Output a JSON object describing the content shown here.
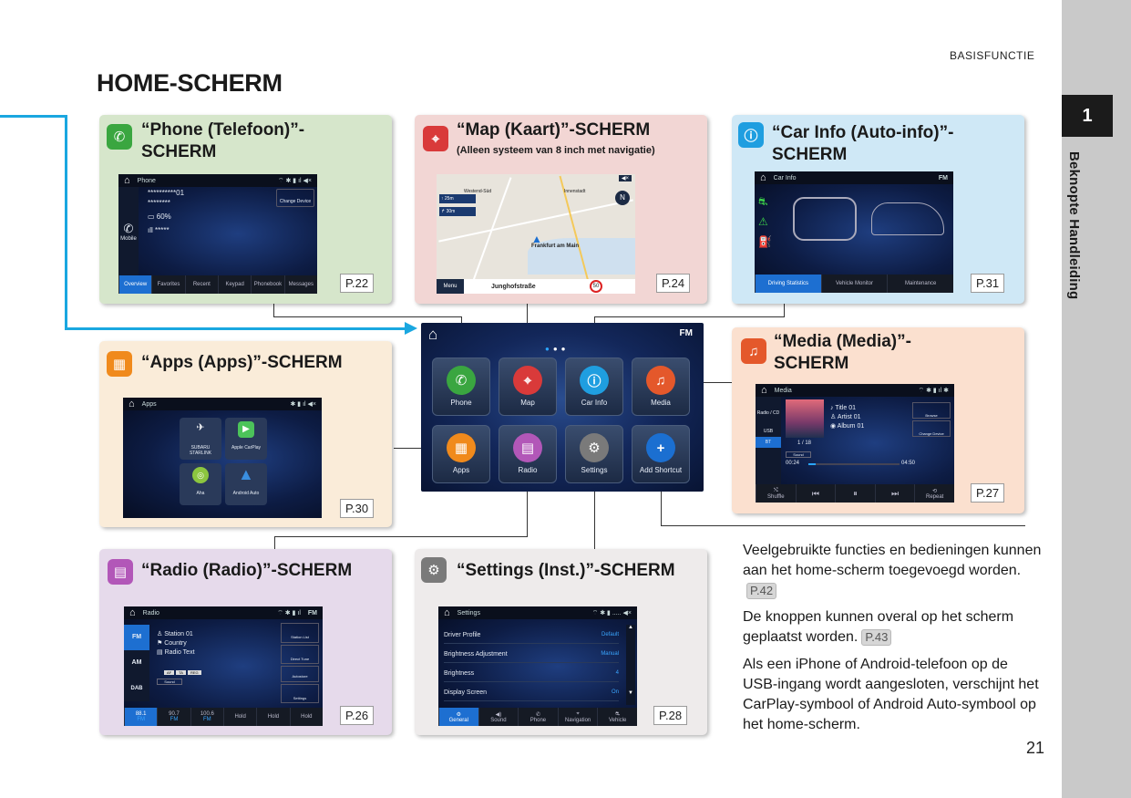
{
  "header": {
    "section": "BASISFUNCTIE",
    "title": "HOME-SCHERM"
  },
  "side_tab": {
    "chapter": "1",
    "label": "Beknopte Handleiding"
  },
  "page_number": "21",
  "panels": {
    "phone": {
      "title1": "“Phone (Telefoon)”-",
      "title2": "SCHERM",
      "ref": "P.22",
      "screen": {
        "app": "Phone",
        "line1": "**********01",
        "line2": "********",
        "battery": "60%",
        "signal": "*****",
        "change": "Change Device",
        "mobile": "Mobile",
        "nav": [
          "Overview",
          "Favorites",
          "Recent",
          "Keypad",
          "Phonebook",
          "Messages"
        ]
      }
    },
    "map": {
      "title": "“Map (Kaart)”-SCHERM",
      "subtitle": "(Alleen systeem van 8 inch met navigatie)",
      "ref": "P.24",
      "screen": {
        "city": "Frankfurt am Main",
        "street": "Junghofstraße",
        "menu": "Menu",
        "speed": "50",
        "district1": "Westend-Süd",
        "district2": "Innenstadt",
        "dist1": "25m",
        "dist2": "30m"
      }
    },
    "carinfo": {
      "title1": "“Car Info (Auto-info)”-",
      "title2": "SCHERM",
      "ref": "P.31",
      "screen": {
        "app": "Car Info",
        "band": "FM",
        "nav": [
          "Driving Statistics",
          "Vehicle Monitor",
          "Maintenance"
        ]
      }
    },
    "apps": {
      "title": "“Apps (Apps)”-SCHERM",
      "ref": "P.30",
      "screen": {
        "app": "Apps",
        "tiles": [
          "SUBARU STARLINK",
          "Apple CarPlay",
          "Aha",
          "Android Auto"
        ]
      }
    },
    "media": {
      "title1": "“Media (Media)”-",
      "title2": "SCHERM",
      "ref": "P.27",
      "screen": {
        "app": "Media",
        "title": "Title 01",
        "artist": "Artist 01",
        "album": "Album 01",
        "track": "1 / 18",
        "elapsed": "00:24",
        "total": "04:50",
        "sound": "Sound",
        "browse": "Browse",
        "change": "Change Device",
        "bt": "BT",
        "usb": "USB",
        "radio": "Radio / CD",
        "nav": [
          "Shuffle",
          "",
          "",
          "",
          "Repeat"
        ]
      }
    },
    "radio": {
      "title": "“Radio (Radio)”-SCHERM",
      "ref": "P.26",
      "screen": {
        "app": "Radio",
        "band": "FM",
        "bands": [
          "FM",
          "AM",
          "DAB"
        ],
        "station": "Station 01",
        "country": "Country",
        "text": "Radio Text",
        "tags": [
          "AF",
          "TA",
          "REG"
        ],
        "sound": "Sound",
        "side": [
          "Station List",
          "Direct Tune",
          "Autostore",
          "Settings"
        ],
        "presets": [
          {
            "f": "88.1",
            "s": "FM"
          },
          {
            "f": "90.7",
            "s": "FM"
          },
          {
            "f": "100.6",
            "s": "FM"
          },
          {
            "f": "Hold",
            "s": ""
          },
          {
            "f": "Hold",
            "s": ""
          },
          {
            "f": "Hold",
            "s": ""
          }
        ]
      }
    },
    "settings": {
      "title": "“Settings (Inst.)”-SCHERM",
      "ref": "P.28",
      "screen": {
        "app": "Settings",
        "rows": [
          {
            "k": "Driver Profile",
            "v": "Default"
          },
          {
            "k": "Brightness Adjustment",
            "v": "Manual"
          },
          {
            "k": "Brightness",
            "v": "4"
          },
          {
            "k": "Display Screen",
            "v": "On"
          }
        ],
        "nav": [
          "General",
          "Sound",
          "Phone",
          "Navigation",
          "Vehicle"
        ]
      }
    }
  },
  "home_screen": {
    "band": "FM",
    "buttons": [
      {
        "label": "Phone",
        "color": "#3aa640",
        "glyph": "✆"
      },
      {
        "label": "Map",
        "color": "#d93a3a",
        "glyph": "⌖"
      },
      {
        "label": "Car Info",
        "color": "#1f9ee0",
        "glyph": "ⓘ"
      },
      {
        "label": "Media",
        "color": "#e4582b",
        "glyph": "♫"
      },
      {
        "label": "Apps",
        "color": "#f08a1c",
        "glyph": "▦"
      },
      {
        "label": "Radio",
        "color": "#b257b8",
        "glyph": "▤"
      },
      {
        "label": "Settings",
        "color": "#7a7a7a",
        "glyph": "⚙"
      },
      {
        "label": "Add Shortcut",
        "color": "#1b6fd1",
        "glyph": "+"
      }
    ]
  },
  "body": {
    "p1": "Veelgebruikte functies en bedieningen kunnen aan het home-scherm toegevoegd worden.",
    "p1_ref": "P.42",
    "p2": "De knoppen kunnen overal op het scherm geplaatst worden.",
    "p2_ref": "P.43",
    "p3": "Als een iPhone of Android-telefoon op de USB-ingang wordt aangesloten, verschijnt het CarPlay-symbool of Android Auto-symbool op het home-scherm."
  },
  "colors": {
    "phone_bg": "#d6e6cb",
    "map_bg": "#f2d6d4",
    "carinfo_bg": "#cfe8f6",
    "apps_bg": "#faecd9",
    "media_bg": "#fbe0cf",
    "radio_bg": "#e6daeb",
    "settings_bg": "#eeebeb",
    "pointer": "#1aa7e0"
  }
}
